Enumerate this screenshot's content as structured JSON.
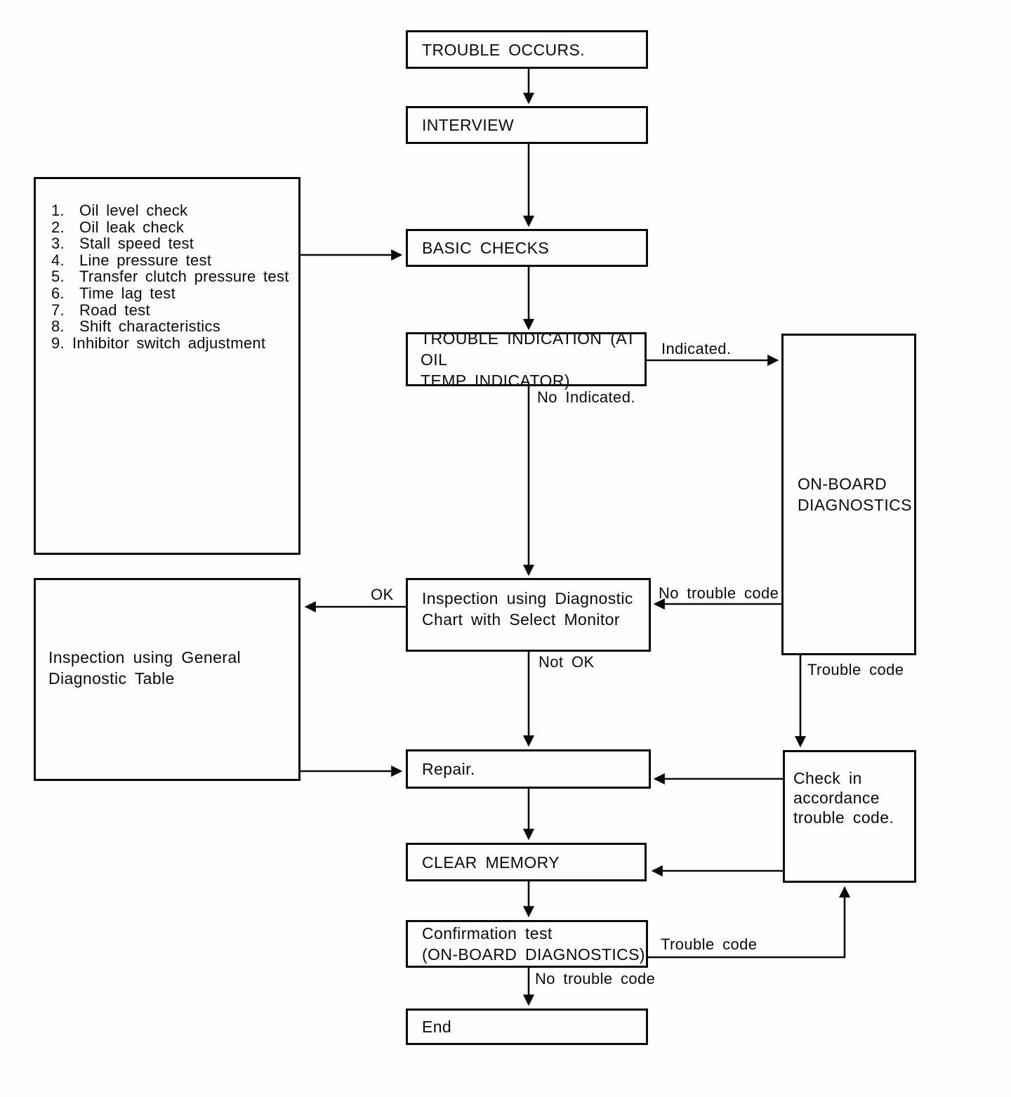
{
  "flowchart": {
    "nodes": {
      "trouble_occurs": {
        "label": "TROUBLE OCCURS."
      },
      "interview": {
        "label": "INTERVIEW"
      },
      "basic_checks": {
        "label": "BASIC CHECKS"
      },
      "trouble_indication": {
        "lines": [
          "TROUBLE INDICATION (AT OIL",
          "TEMP INDICATOR)"
        ]
      },
      "on_board_diagnostics": {
        "lines": [
          "ON-BOARD",
          "DIAGNOSTICS"
        ]
      },
      "inspection_select_monitor": {
        "lines": [
          "Inspection using Diagnostic",
          "Chart with Select Monitor"
        ]
      },
      "inspection_general_table": {
        "lines": [
          "Inspection using General",
          "Diagnostic Table"
        ]
      },
      "repair": {
        "label": "Repair."
      },
      "check_accordance": {
        "lines": [
          "Check in",
          "accordance",
          "trouble code."
        ]
      },
      "clear_memory": {
        "label": "CLEAR MEMORY"
      },
      "confirmation_test": {
        "lines": [
          "Confirmation test",
          "(ON-BOARD DIAGNOSTICS)"
        ]
      },
      "end": {
        "label": "End"
      }
    },
    "checklist": {
      "items": [
        {
          "num": "1.",
          "text": "Oil level check"
        },
        {
          "num": "2.",
          "text": "Oil leak check"
        },
        {
          "num": "3.",
          "text": "Stall speed test"
        },
        {
          "num": "4.",
          "text": "Line pressure test"
        },
        {
          "num": "5.",
          "text": "Transfer clutch pressure test"
        },
        {
          "num": "6.",
          "text": "Time lag test"
        },
        {
          "num": "7.",
          "text": "Road test"
        },
        {
          "num": "8.",
          "text": "Shift characteristics"
        },
        {
          "num": "9.",
          "text": "Inhibitor switch adjustment"
        }
      ]
    },
    "edge_labels": {
      "indicated": "Indicated.",
      "no_indicated": "No Indicated.",
      "no_trouble_code_top": "No trouble code",
      "trouble_code_right": "Trouble code",
      "ok": "OK",
      "not_ok": "Not OK",
      "trouble_code_bottom": "Trouble code",
      "no_trouble_code_bottom": "No trouble code"
    },
    "edges": [
      {
        "from": "trouble_occurs",
        "to": "interview",
        "label": ""
      },
      {
        "from": "interview",
        "to": "basic_checks",
        "label": ""
      },
      {
        "from": "checklist",
        "to": "basic_checks",
        "label": ""
      },
      {
        "from": "basic_checks",
        "to": "trouble_indication",
        "label": ""
      },
      {
        "from": "trouble_indication",
        "to": "on_board_diagnostics",
        "label": "Indicated."
      },
      {
        "from": "trouble_indication",
        "to": "inspection_select_monitor",
        "label": "No Indicated."
      },
      {
        "from": "on_board_diagnostics",
        "to": "inspection_select_monitor",
        "label": "No trouble code"
      },
      {
        "from": "on_board_diagnostics",
        "to": "check_accordance",
        "label": "Trouble code"
      },
      {
        "from": "inspection_select_monitor",
        "to": "inspection_general_table",
        "label": "OK"
      },
      {
        "from": "inspection_select_monitor",
        "to": "repair",
        "label": "Not OK"
      },
      {
        "from": "inspection_general_table",
        "to": "repair",
        "label": ""
      },
      {
        "from": "check_accordance",
        "to": "repair",
        "label": ""
      },
      {
        "from": "repair",
        "to": "clear_memory",
        "label": ""
      },
      {
        "from": "check_accordance",
        "to": "clear_memory",
        "label": ""
      },
      {
        "from": "clear_memory",
        "to": "confirmation_test",
        "label": ""
      },
      {
        "from": "confirmation_test",
        "to": "check_accordance",
        "label": "Trouble code"
      },
      {
        "from": "confirmation_test",
        "to": "end",
        "label": "No trouble code"
      }
    ],
    "colors": {
      "ink": "#0a0a0a",
      "paper": "#fefefe"
    }
  }
}
